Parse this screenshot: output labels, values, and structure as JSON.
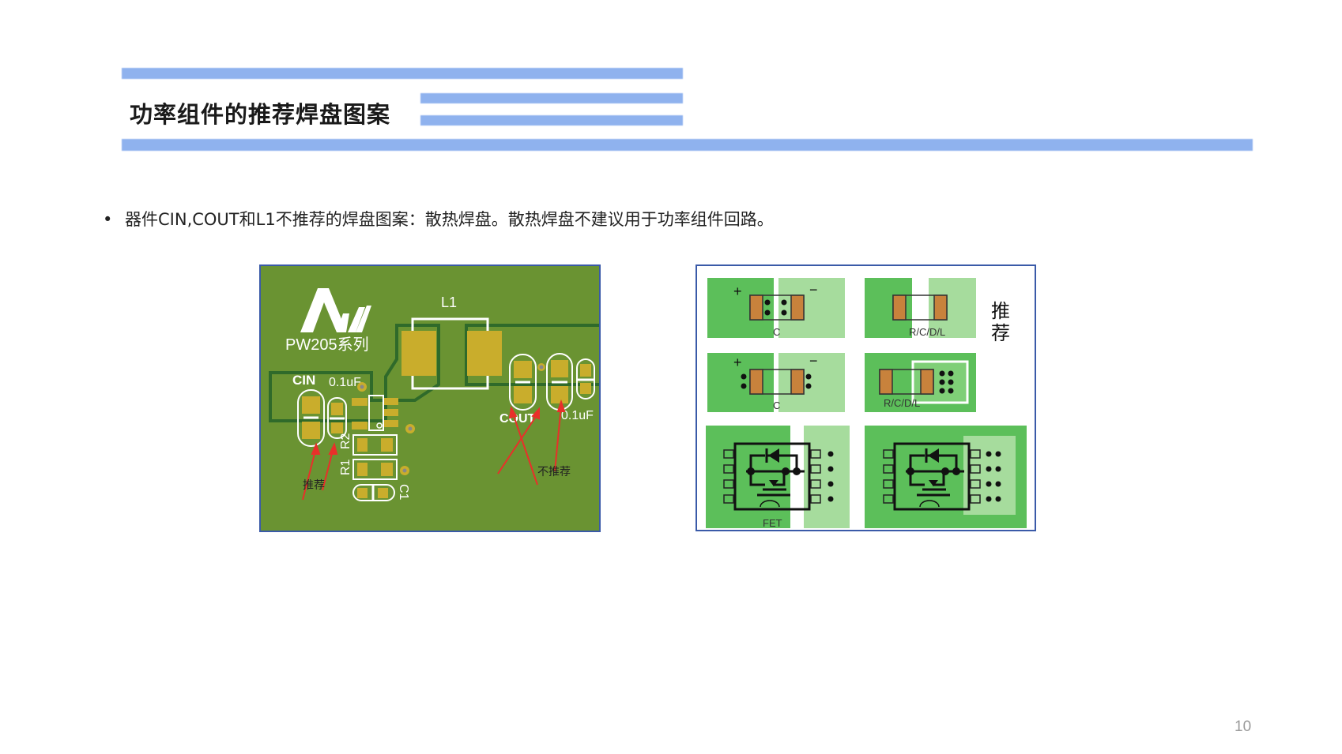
{
  "header": {
    "title": "功率组件的推荐焊盘图案"
  },
  "content": {
    "bullet": "器件CIN,COUT和L1不推荐的焊盘图案：散热焊盘。散热焊盘不建议用于功率组件回路。"
  },
  "pcb_figure": {
    "logo_text": "PW205系列",
    "labels": {
      "l1": "L1",
      "cin": "CIN",
      "cin_value": "0.1uF",
      "cout": "COUT",
      "cout_value": "0.1uF",
      "r1": "R1",
      "r2": "R2",
      "c1": "C1"
    },
    "recommended": "推荐",
    "not_recommended": "不推荐",
    "colors": {
      "board": "#6a9332",
      "pad": "#c9ad2c",
      "trace_outline": "#2f6a2a",
      "silkscreen": "#ffffff",
      "arrow": "#e8302a"
    }
  },
  "reference_figure": {
    "plus": "+",
    "minus": "−",
    "label_c": "C",
    "label_rcdl": "R/C/D/L",
    "label_fet": "FET",
    "recommended_1": "推",
    "recommended_2": "荐",
    "colors": {
      "dark_green": "#5cbf5a",
      "light_green": "#a6dc9d",
      "pad": "#c8823c"
    }
  },
  "footer": {
    "page_number": "10"
  }
}
